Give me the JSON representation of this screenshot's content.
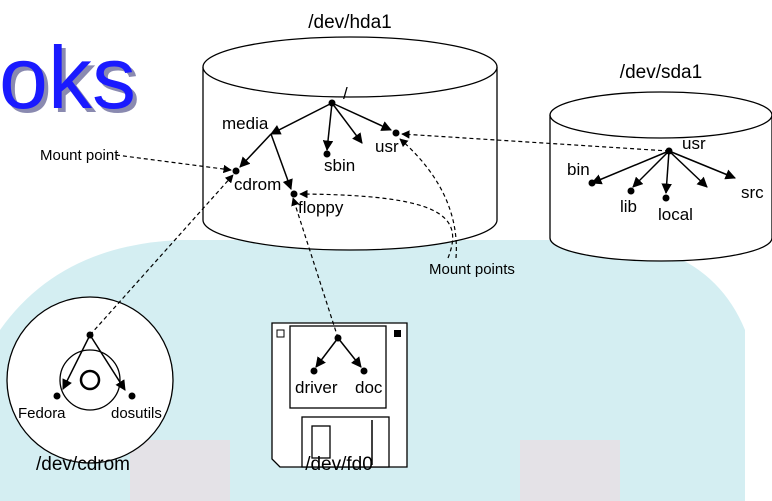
{
  "title_fragment": "oks",
  "colors": {
    "title_fill": "#1a1aff",
    "title_shadow": "#8a8ab0",
    "background_panel": "#d4eef2",
    "watermark_pink": "#f3d6dc"
  },
  "devices": {
    "hda1": "/dev/hda1",
    "sda1": "/dev/sda1",
    "cdrom": "/dev/cdrom",
    "fd0": "/dev/fd0"
  },
  "hda1_tree": {
    "root": "/",
    "media": "media",
    "sbin": "sbin",
    "usr": "usr",
    "cdrom": "cdrom",
    "floppy": "floppy"
  },
  "sda1_tree": {
    "usr": "usr",
    "bin": "bin",
    "lib": "lib",
    "local": "local",
    "src": "src"
  },
  "cdrom_tree": {
    "fedora": "Fedora",
    "dosutils": "dosutils"
  },
  "fd0_tree": {
    "driver": "driver",
    "doc": "doc"
  },
  "annotations": {
    "mount_point": "Mount point",
    "mount_points": "Mount points"
  }
}
